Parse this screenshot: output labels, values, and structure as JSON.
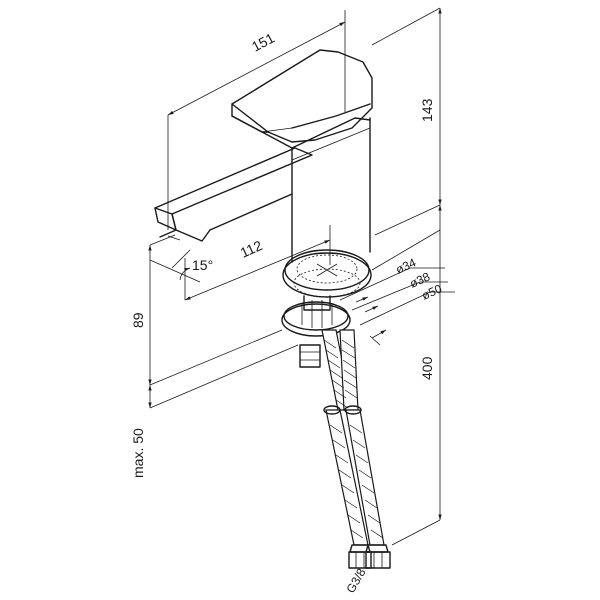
{
  "dimensions": {
    "overall_length": "151",
    "overall_height": "143",
    "spout_reach": "112",
    "spout_angle": "15°",
    "spout_height": "89",
    "max_deck": "max. 50",
    "hose_length": "400",
    "d_hole": "ø34",
    "d_mid": "ø38",
    "d_base": "ø50",
    "thread": "G3/8"
  }
}
